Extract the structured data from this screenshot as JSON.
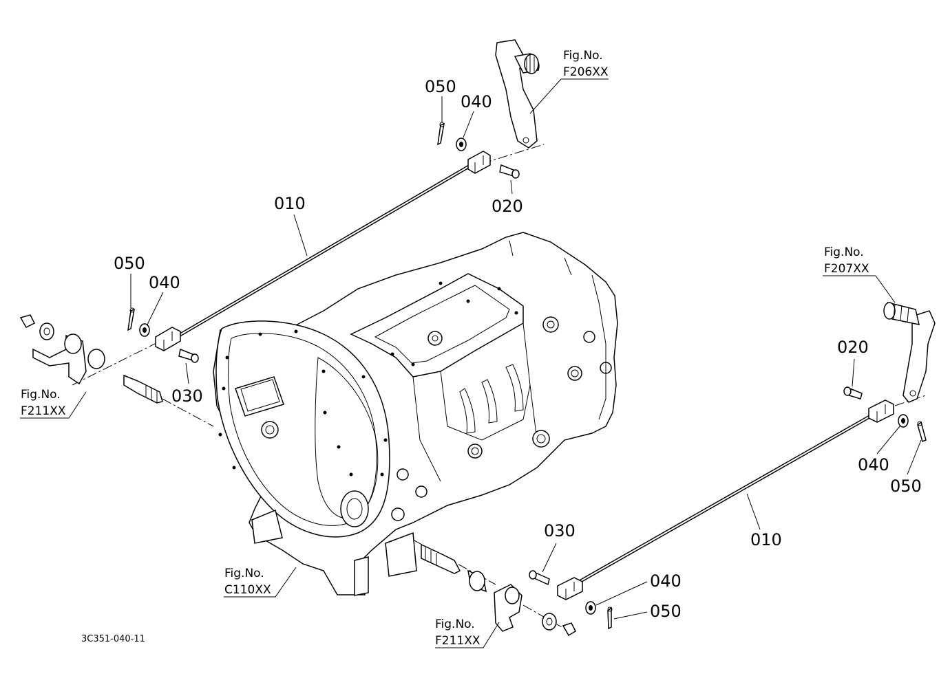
{
  "diagram": {
    "drawing_code": "3C351-040-11",
    "fig_ref_heading": "Fig.No.",
    "callouts": {
      "top_050": "050",
      "top_040": "040",
      "top_020": "020",
      "top_010": "010",
      "left_050": "050",
      "left_040": "040",
      "left_030": "030",
      "right_020": "020",
      "right_040": "040",
      "right_050": "050",
      "right_010": "010",
      "bottom_030": "030",
      "bottom_040": "040",
      "bottom_050": "050"
    },
    "fig_refs": {
      "top_right_arm": "F206XX",
      "far_right_arm": "F207XX",
      "left_shaft": "F211XX",
      "housing": "C110XX",
      "bottom_shaft": "F211XX"
    }
  }
}
